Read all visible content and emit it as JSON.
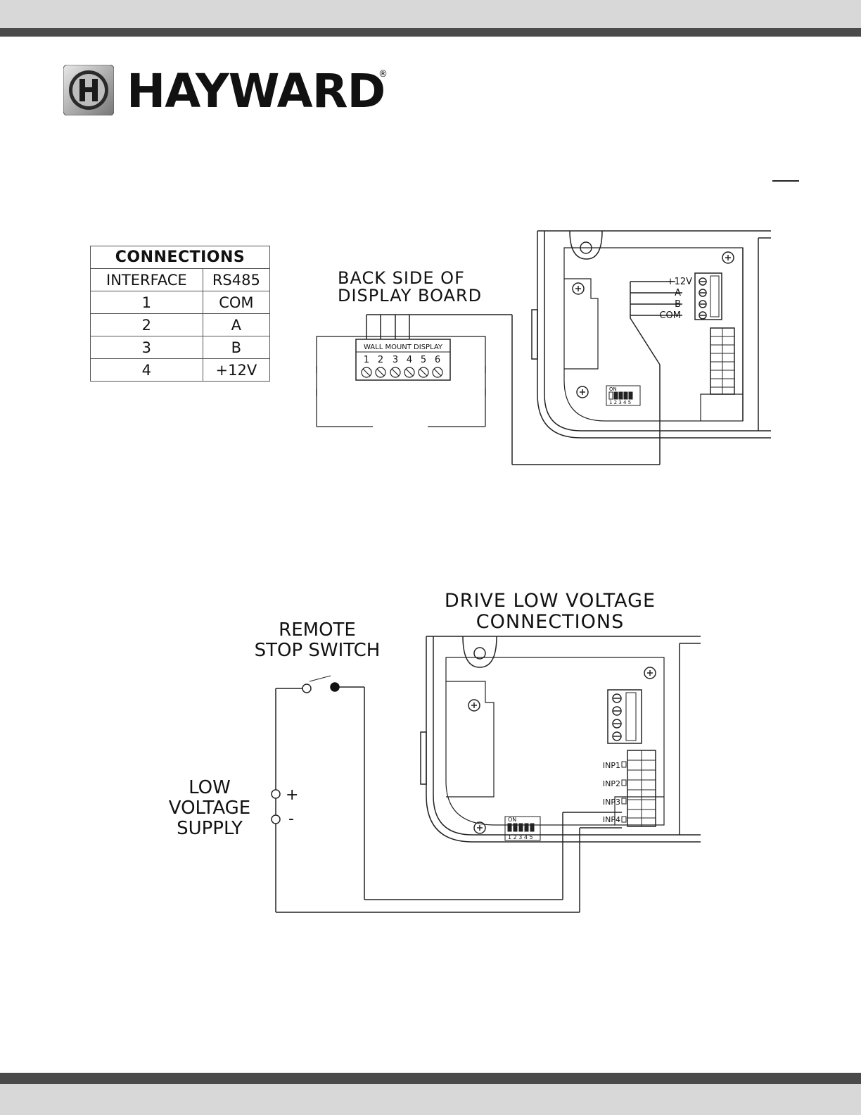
{
  "brand": {
    "name": "HAYWARD",
    "registered": "®"
  },
  "connections_table": {
    "title": "CONNECTIONS",
    "headers": [
      "INTERFACE",
      "RS485"
    ],
    "rows": [
      [
        "1",
        "COM"
      ],
      [
        "2",
        "A"
      ],
      [
        "3",
        "B"
      ],
      [
        "4",
        "+12V"
      ]
    ]
  },
  "diagram1": {
    "board_label_line1": "BACK SIDE OF",
    "board_label_line2": "DISPLAY BOARD",
    "display_header": "WALL MOUNT DISPLAY",
    "terminals": [
      "1",
      "2",
      "3",
      "4",
      "5",
      "6"
    ],
    "drive_terminals": [
      "+12V",
      "A",
      "B",
      "COM"
    ],
    "dip_on": "ON",
    "dip_numbers": "1 2 3 4 5"
  },
  "diagram2": {
    "drive_title_line1": "DRIVE LOW VOLTAGE",
    "drive_title_line2": "CONNECTIONS",
    "switch_label_line1": "REMOTE",
    "switch_label_line2": "STOP SWITCH",
    "supply_line1": "LOW",
    "supply_line2": "VOLTAGE",
    "supply_line3": "SUPPLY",
    "plus": "+",
    "minus": "-",
    "inputs": [
      "INP1",
      "INP2",
      "INP3",
      "INP4"
    ],
    "dip_on": "ON",
    "dip_numbers": "1 2 3 4 5"
  }
}
